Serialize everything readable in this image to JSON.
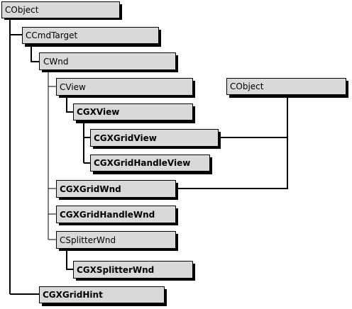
{
  "colors": {
    "box_fill": "#d9d9d9",
    "box_border": "#000000",
    "shadow": "#000000",
    "line": "#000000",
    "background": "#ffffff"
  },
  "nodes": {
    "cobject_root": {
      "label": "CObject",
      "bold": false
    },
    "ccmdtarget": {
      "label": "CCmdTarget",
      "bold": false
    },
    "cwnd": {
      "label": "CWnd",
      "bold": false
    },
    "cview": {
      "label": "CView",
      "bold": false
    },
    "cgxview": {
      "label": "CGXView",
      "bold": true
    },
    "cgxgridview": {
      "label": "CGXGridView",
      "bold": true
    },
    "cgxgridhandleview": {
      "label": "CGXGridHandleView",
      "bold": true
    },
    "cgxgridwnd": {
      "label": "CGXGridWnd",
      "bold": true
    },
    "cgxgridhandlewnd": {
      "label": "CGXGridHandleWnd",
      "bold": true
    },
    "csplitterwnd": {
      "label": "CSplitterWnd",
      "bold": false
    },
    "cgxsplitterwnd": {
      "label": "CGXSplitterWnd",
      "bold": true
    },
    "cgxgridhint": {
      "label": "CGXGridHint",
      "bold": true
    },
    "cobject_side": {
      "label": "CObject",
      "bold": false
    }
  }
}
